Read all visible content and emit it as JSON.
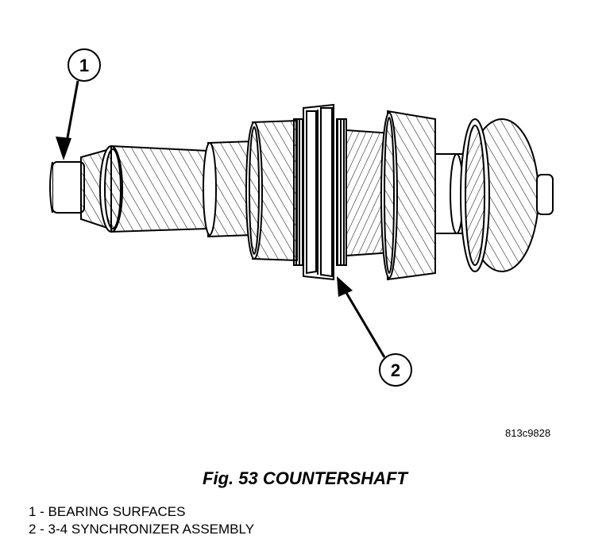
{
  "figure": {
    "image_id": "813c9828",
    "caption": "Fig. 53 COUNTERSHAFT",
    "callouts": [
      {
        "number": "1"
      },
      {
        "number": "2"
      }
    ]
  },
  "legend": {
    "items": [
      {
        "text": "1 - BEARING SURFACES"
      },
      {
        "text": "2 - 3-4 SYNCHRONIZER ASSEMBLY"
      }
    ]
  }
}
